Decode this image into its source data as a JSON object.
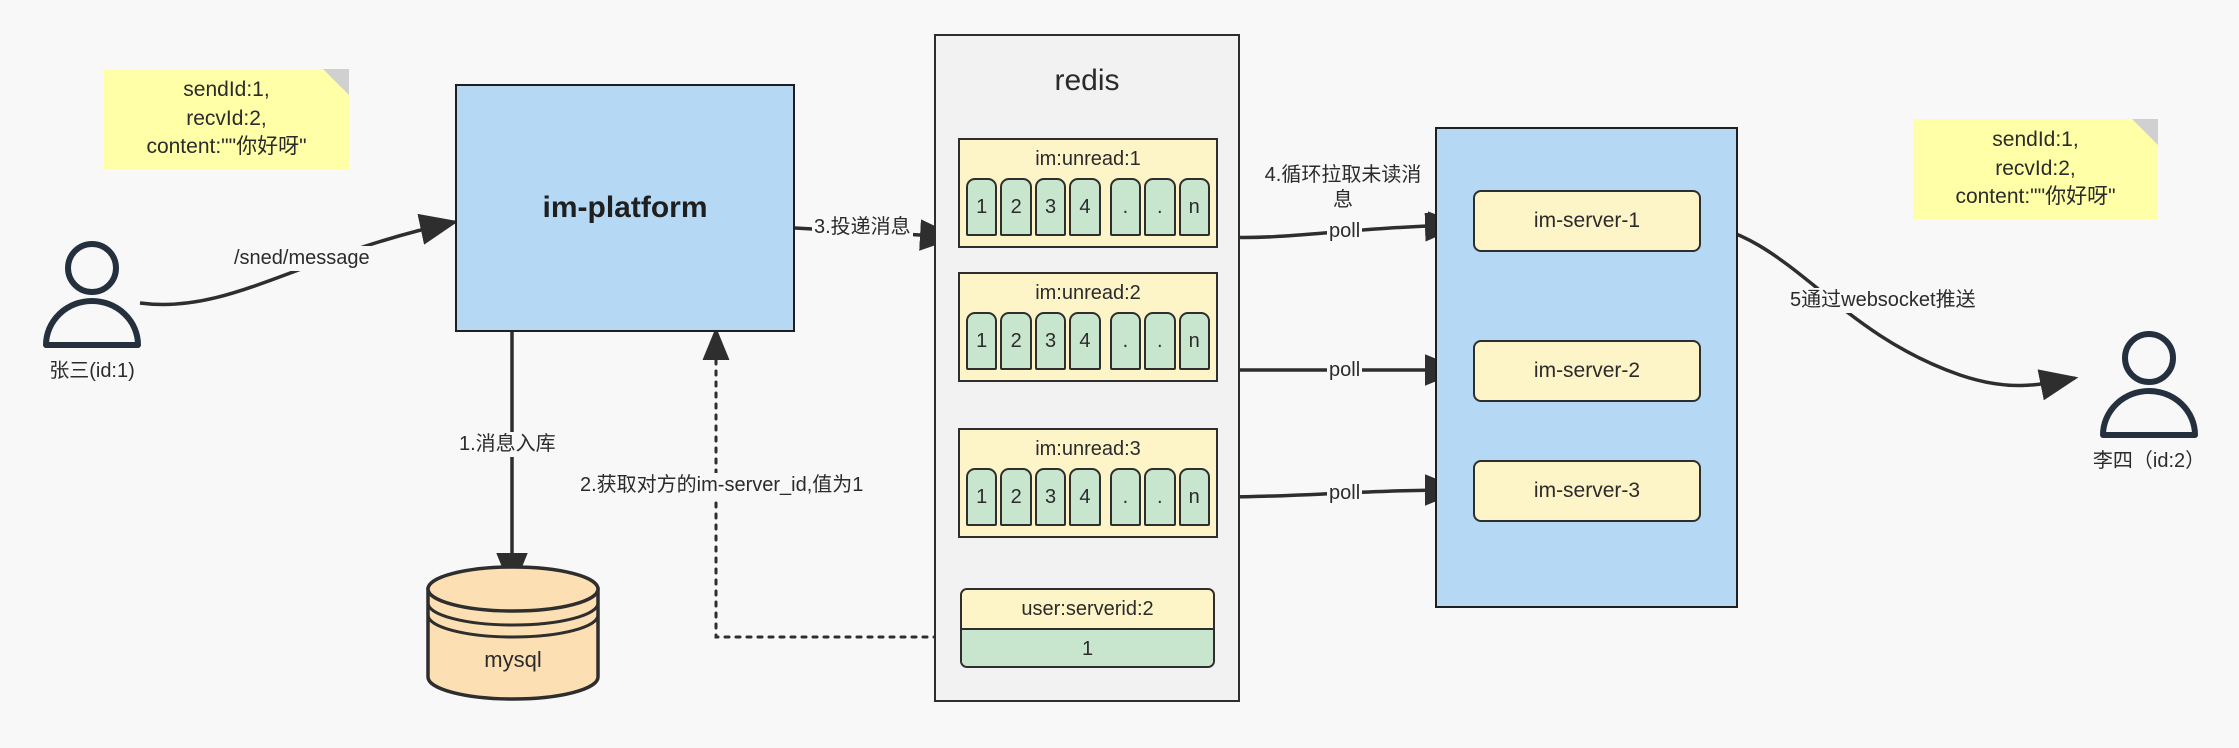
{
  "diagram": {
    "title": "IM message delivery architecture",
    "colors": {
      "background": "#f8f8f8",
      "note_yellow": "#ffffa8",
      "box_blue": "#b5d9f5",
      "key_yellow": "#fdf4c8",
      "cell_green": "#c8e6ce",
      "cylinder_orange": "#fcdfb3",
      "stroke": "#2e2e2e",
      "actor": "#25303f"
    }
  },
  "notes": {
    "left": "sendId:1,\nrecvId:2,\ncontent:\"\"你好呀\"",
    "right": "sendId:1,\nrecvId:2,\ncontent:\"\"你好呀\""
  },
  "actors": {
    "sender": {
      "label": "张三(id:1)",
      "icon": "person-icon"
    },
    "receiver": {
      "label": "李四（id:2）",
      "icon": "person-icon"
    }
  },
  "platform": {
    "label": "im-platform"
  },
  "database": {
    "label": "mysql",
    "icon": "database-cylinder-icon"
  },
  "redis": {
    "title": "redis",
    "keys": [
      {
        "key": "im:unread:1",
        "cells": [
          "1",
          "2",
          "3",
          "4",
          ".",
          ".",
          "n"
        ]
      },
      {
        "key": "im:unread:2",
        "cells": [
          "1",
          "2",
          "3",
          "4",
          ".",
          ".",
          "n"
        ]
      },
      {
        "key": "im:unread:3",
        "cells": [
          "1",
          "2",
          "3",
          "4",
          ".",
          ".",
          "n"
        ]
      }
    ],
    "value_entry": {
      "key": "user:serverid:2",
      "value": "1"
    }
  },
  "servers": {
    "items": [
      {
        "label": "im-server-1"
      },
      {
        "label": "im-server-2"
      },
      {
        "label": "im-server-3"
      }
    ]
  },
  "edges": {
    "send_message": "/sned/message",
    "step1": "1.消息入库",
    "step2": "2.获取对方的im-server_id,值为1",
    "step3": "3.投递消息",
    "step4": "4.循环拉取未读消\n息",
    "poll1": "poll",
    "poll2": "poll",
    "poll3": "poll",
    "step5": "5通过websocket推送"
  }
}
